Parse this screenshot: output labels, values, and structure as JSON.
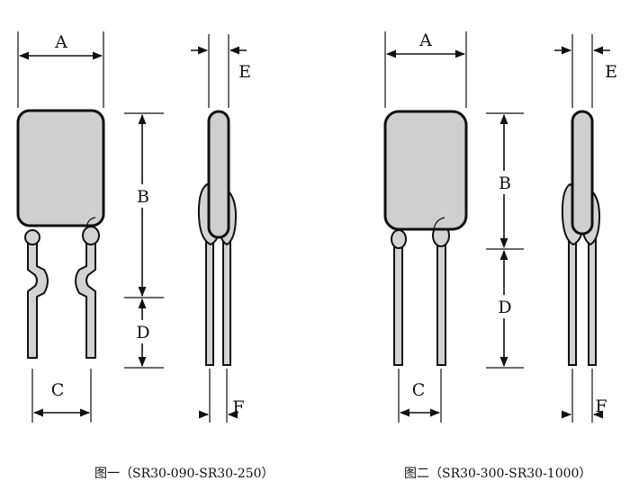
{
  "colors": {
    "body_fill": "#cfcfcf",
    "lead_fill": "#d3d3d3",
    "stroke": "#111111"
  },
  "figure1": {
    "dims": {
      "A": "A",
      "B": "B",
      "C": "C",
      "D": "D",
      "E": "E",
      "F": "F"
    },
    "caption": "图一（SR30-090-SR30-250）"
  },
  "figure2": {
    "dims": {
      "A": "A",
      "B": "B",
      "C": "C",
      "D": "D",
      "E": "E",
      "F": "F"
    },
    "caption": "图二（SR30-300-SR30-1000）"
  }
}
